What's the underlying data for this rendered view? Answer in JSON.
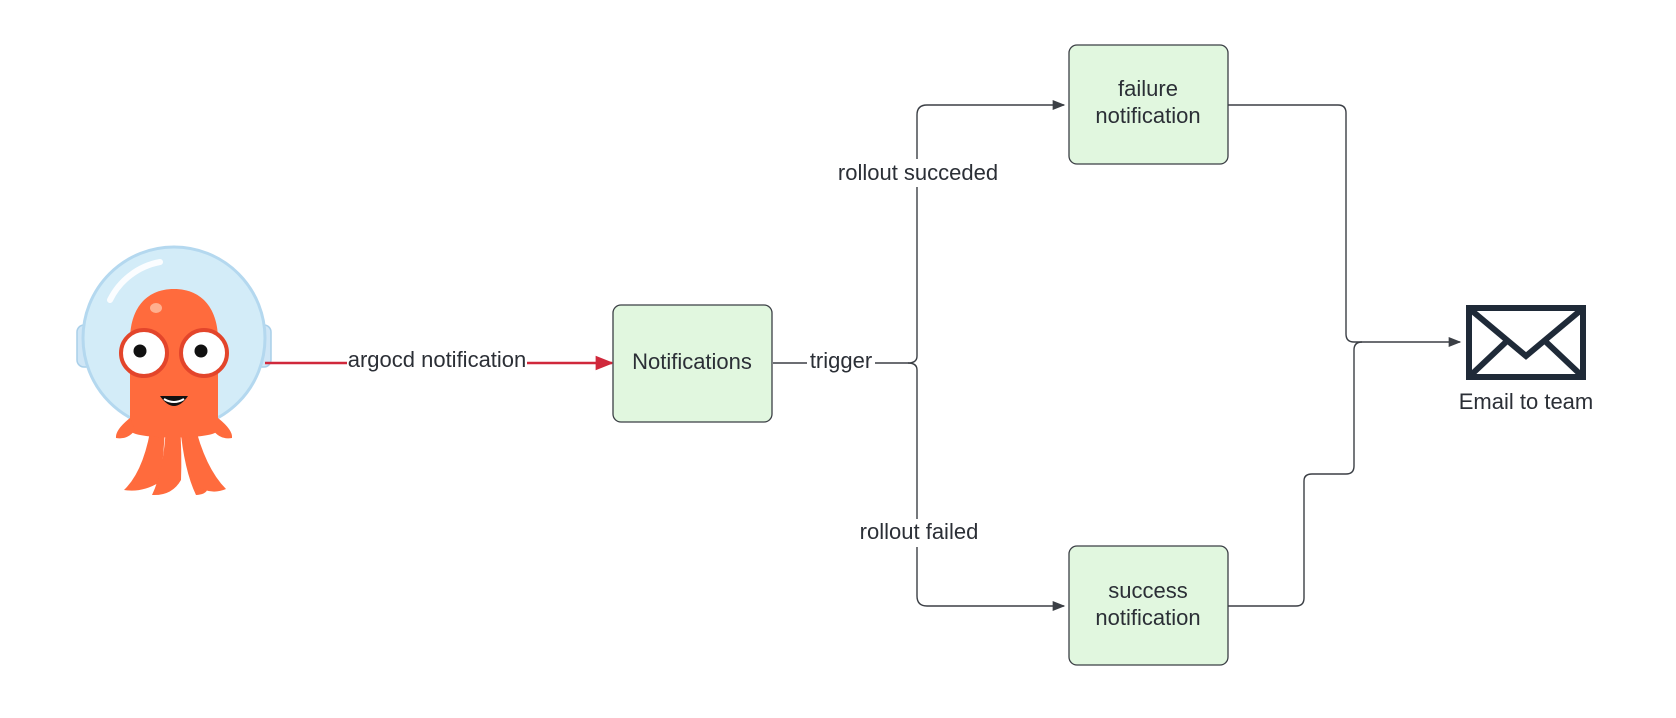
{
  "nodes": {
    "notifications": "Notifications",
    "failure": [
      "failure",
      "notification"
    ],
    "success": [
      "success",
      "notification"
    ],
    "email": "Email to team"
  },
  "edges": {
    "argocd": "argocd notification",
    "trigger": "trigger",
    "succeeded": "rollout succeded",
    "failed": "rollout failed"
  },
  "colors": {
    "node_fill": "#e1f7df",
    "stroke": "#3b3f45",
    "accent_arrow": "#d0283b",
    "mascot_body": "#ff6b3d",
    "helmet": "#d3ecf8",
    "envelope": "#1f2a38"
  },
  "icons": {
    "source": "argo-octopus-mascot-icon",
    "target": "envelope-icon"
  }
}
